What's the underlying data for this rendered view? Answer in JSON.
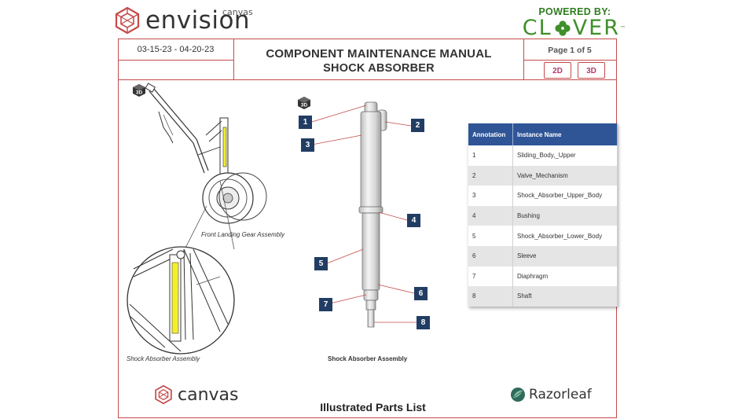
{
  "header": {
    "brand": "envision",
    "brand_sup": "canvas",
    "powered_by": "POWERED BY:",
    "clover": "CL",
    "clover_tail": "VER",
    "clover_tm": "™",
    "date_range": "03-15-23 - 04-20-23",
    "title_line1": "COMPONENT MAINTENANCE MANUAL",
    "title_line2": "SHOCK ABSORBER",
    "page": "Page 1 of 5",
    "view_2d": "2D",
    "view_3d": "3D"
  },
  "left_figure": {
    "cube_label": "3D",
    "caption_top": "Front Landing Gear Assembly",
    "caption_bottom": "Shock Absorber Assembly"
  },
  "center_figure": {
    "cube_label": "3D",
    "caption": "Shock Absorber Assembly",
    "callouts": [
      "1",
      "2",
      "3",
      "4",
      "5",
      "6",
      "7",
      "8"
    ]
  },
  "parts_table": {
    "headers": [
      "Annotation",
      "Instance Name"
    ],
    "rows": [
      [
        "1",
        "Sliding_Body,_Upper"
      ],
      [
        "2",
        "Valve_Mechanism"
      ],
      [
        "3",
        "Shock_Absorber_Upper_Body"
      ],
      [
        "4",
        "Bushing"
      ],
      [
        "5",
        "Shock_Absorber_Lower_Body"
      ],
      [
        "6",
        "Sleeve"
      ],
      [
        "7",
        "Diaphragm"
      ],
      [
        "8",
        "Shaft"
      ]
    ]
  },
  "footer": {
    "left_brand": "canvas",
    "title": "Illustrated Parts List",
    "right_brand": "Razorleaf"
  },
  "colors": {
    "frame": "#c44b4b",
    "table_header": "#2f5597",
    "callout": "#213d64",
    "clover_green": "#3f8f2a",
    "button_text": "#b23a6a",
    "highlight_yellow": "#f4ef2a"
  }
}
